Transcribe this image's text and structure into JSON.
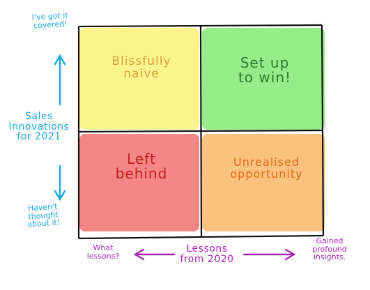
{
  "y_axis": {
    "top_label": "I've got it\ncovered!",
    "title": "Sales\nInnovations\nfor 2021",
    "bottom_label": "Haven't\nthought\nabout it!"
  },
  "x_axis": {
    "left_label": "What\nlessons?",
    "title": "Lessons\nfrom 2020",
    "right_label": "Gained\nprofound\ninsights."
  },
  "quadrants": {
    "top_left": "Blissfully\nnaive",
    "top_right": "Set up\nto win!",
    "bottom_left": "Left\nbehind",
    "bottom_right": "Unrealised\nopportunity"
  },
  "colors": {
    "top_left": "#fbf38c",
    "top_right": "#97ec8a",
    "bottom_left": "#f58686",
    "bottom_right": "#fbc27d",
    "y_axis": "#1aa6dc",
    "x_axis": "#a626b8",
    "grid": "#111111"
  }
}
